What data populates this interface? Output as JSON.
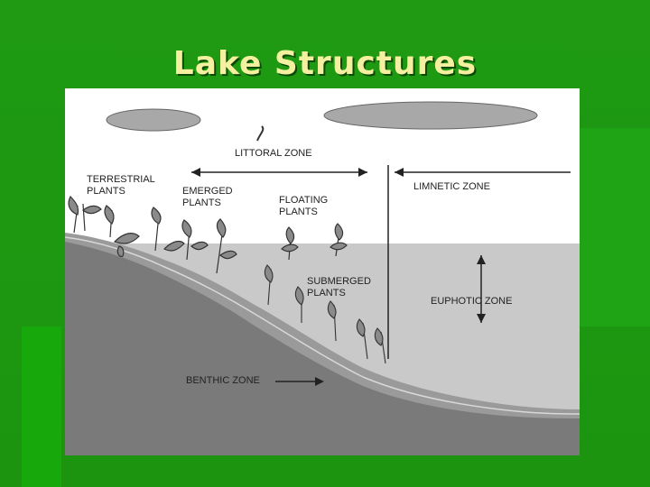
{
  "slide": {
    "title": "Lake Structures"
  },
  "diagram": {
    "labels": {
      "littoral_zone": "LITTORAL ZONE",
      "terrestrial_plants": "TERRESTRIAL\nPLANTS",
      "emerged_plants": "EMERGED\nPLANTS",
      "floating_plants": "FLOATING\nPLANTS",
      "limnetic_zone": "LIMNETIC ZONE",
      "submerged_plants": "SUBMERGED\nPLANTS",
      "euphotic_zone": "EUPHOTIC ZONE",
      "benthic_zone": "BENTHIC ZONE"
    }
  },
  "colors": {
    "slide_background": "#1f9a12",
    "title_text": "#f5f0a0",
    "water": "#c9c9c9",
    "sediment": "#7a7a7a",
    "soil": "#9a9a9a",
    "cloud": "#a8a8a8"
  }
}
